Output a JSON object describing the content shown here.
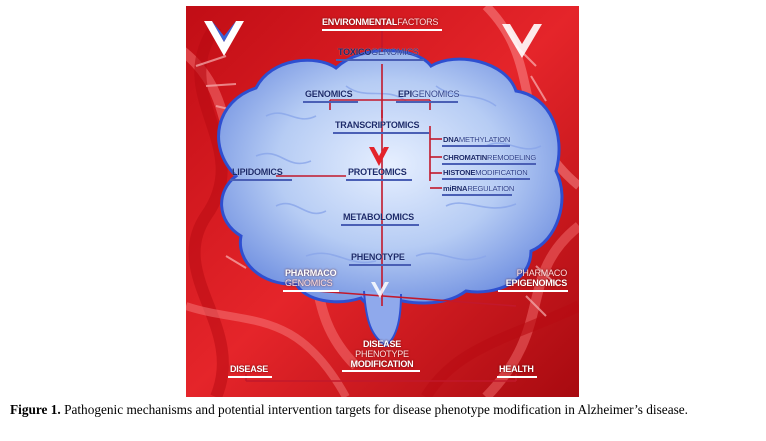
{
  "figure": {
    "colors": {
      "background": "#d7141a",
      "brain": "#aac4f2",
      "brain_outline": "#2e4fd0",
      "label_dark": "#1b2a6b",
      "label_light": "#ffffff"
    },
    "labels": {
      "environmental_a": "ENVIRONMENTAL",
      "environmental_b": "FACTORS",
      "toxico_a": "TOXICO",
      "toxico_b": "GENOMICS",
      "genomics": "GENOMICS",
      "epi_a": "EPI",
      "epi_b": "GENOMICS",
      "transcriptomics": "TRANSCRIPTOMICS",
      "dna_a": "DNA",
      "dna_b": "METHYLATION",
      "chromatin_a": "CHROMATIN",
      "chromatin_b": "REMODELING",
      "histone_a": "HISTONE",
      "histone_b": "MODIFICATION",
      "mirna_a": "miRNA",
      "mirna_b": "REGULATION",
      "lipidomics": "LIPIDOMICS",
      "proteomics": "PROTEOMICS",
      "metabolomics": "METABOLOMICS",
      "phenotype": "PHENOTYPE",
      "pharmaco_gen_a": "PHARMACO",
      "pharmaco_gen_b": "GENOMICS",
      "pharmaco_epi_a": "PHARMACO",
      "pharmaco_epi_b": "EPIGENOMICS",
      "disease_mod_a": "DISEASE",
      "disease_mod_b": "PHENOTYPE",
      "disease_mod_c": "MODIFICATION",
      "disease": "DISEASE",
      "health": "HEALTH"
    }
  },
  "caption": {
    "label": "Figure 1.",
    "text": "Pathogenic mechanisms and potential intervention targets for disease phenotype modification in Alzheimer’s disease."
  }
}
